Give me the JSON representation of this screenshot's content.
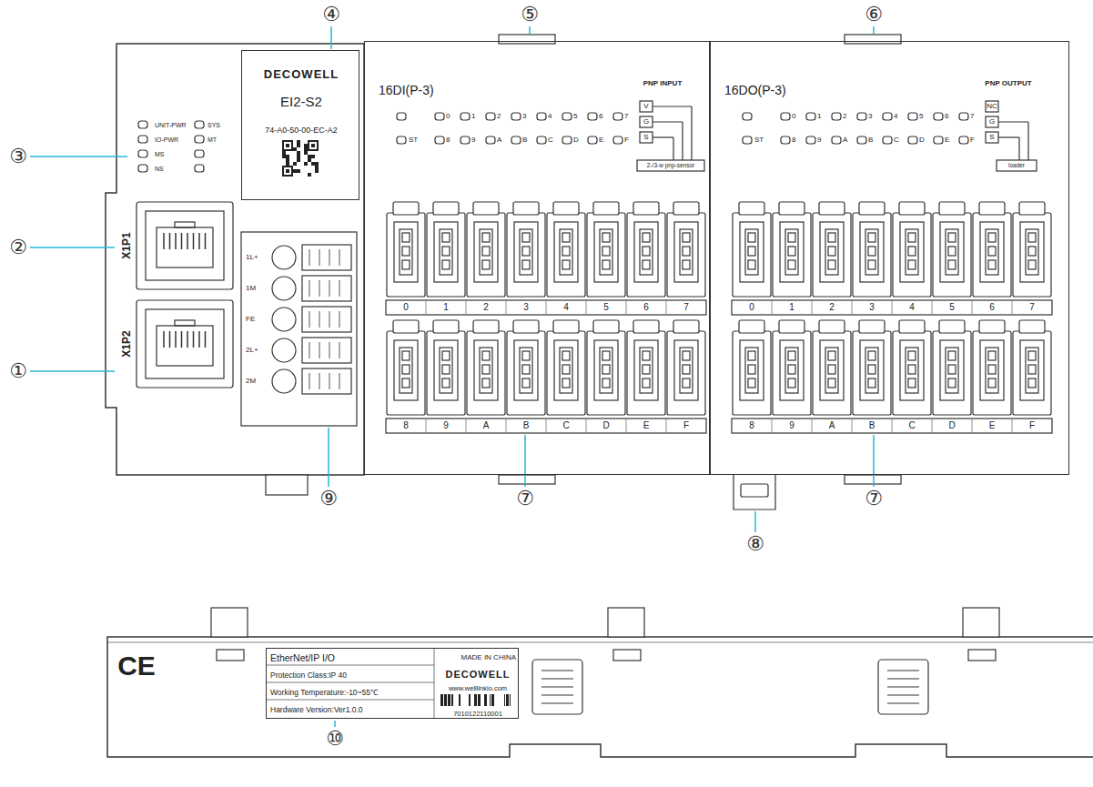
{
  "diagram": {
    "nodes": [
      {
        "text": [
          "DECOWELL",
          "EI2-S2",
          "74-A0-50-00-EC-A2"
        ]
      },
      {
        "text": [
          "16DI(P-3)"
        ]
      },
      {
        "text": [
          "16DO(P-3)"
        ]
      },
      {
        "text": [
          "EtherNet/IP I/O",
          "MADE IN CHINA",
          "Protection Class:IP 40",
          "DECOWELL",
          "Working Temperature:-10~55℃",
          "www.welllinkio.com",
          "Hardware Version:Ver1.0.0",
          "7010122110001"
        ]
      }
    ],
    "labels": [
      "④",
      "⑤",
      "⑥",
      "③",
      "②",
      "①",
      "⑨",
      "⑦",
      "⑧",
      "⑦",
      "⑩",
      "UNIT-PWR",
      "SYS",
      "IO-PWR",
      "MT",
      "MS",
      "NS",
      "X1P1",
      "X1P2",
      "1L+",
      "1M",
      "FE",
      "2L+",
      "2M",
      "PNP INPUT",
      "V",
      "G",
      "S",
      "2-/3-w pnp-sensor",
      "0",
      "1",
      "2",
      "3",
      "4",
      "5",
      "6",
      "7",
      "ST",
      "8",
      "9",
      "A",
      "B",
      "C",
      "D",
      "E",
      "F",
      "0",
      "1",
      "2",
      "3",
      "4",
      "5",
      "6",
      "7",
      "8",
      "9",
      "A",
      "B",
      "C",
      "D",
      "E",
      "F",
      "PNP OUTPUT",
      "NC",
      "G",
      "S",
      "loader",
      "0",
      "1",
      "2",
      "3",
      "4",
      "5",
      "6",
      "7",
      "ST",
      "8",
      "9",
      "A",
      "B",
      "C",
      "D",
      "E",
      "F",
      "0",
      "1",
      "2",
      "3",
      "4",
      "5",
      "6",
      "7",
      "8",
      "9",
      "A",
      "B",
      "C",
      "D",
      "E",
      "F",
      "CE"
    ]
  }
}
